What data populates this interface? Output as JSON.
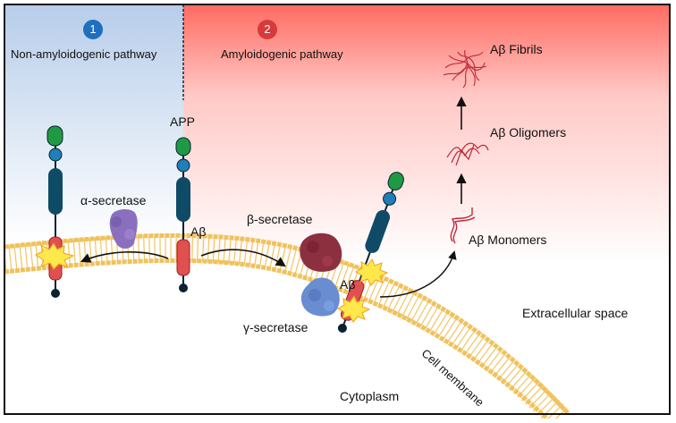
{
  "panels": {
    "left": {
      "number": "1",
      "title": "Non-amyloidogenic pathway",
      "badge_color": "#1f6fbf"
    },
    "right": {
      "number": "2",
      "title": "Amyloidogenic pathway",
      "badge_color": "#d63a3a"
    }
  },
  "labels": {
    "app": "APP",
    "abeta_app": "Aβ",
    "abeta_cleaved": "Aβ",
    "alpha_secretase": "α-secretase",
    "beta_secretase": "β-secretase",
    "gamma_secretase": "γ-secretase",
    "fibrils": "Aβ Fibrils",
    "oligomers": "Aβ Oligomers",
    "monomers": "Aβ Monomers",
    "extracellular": "Extracellular space",
    "cytoplasm": "Cytoplasm",
    "membrane": "Cell membrane"
  },
  "colors": {
    "membrane": "#f0c15a",
    "app_green": "#1f9a44",
    "app_blue": "#1f7fb8",
    "app_dark": "#0f4b66",
    "abeta_red": "#e05050",
    "alpha_secretase": "#8a6fbf",
    "beta_secretase": "#8c3040",
    "gamma_secretase": "#6a8cd0",
    "aggregate_red": "#c0283a",
    "cleavage_star": "#ffe84a"
  }
}
